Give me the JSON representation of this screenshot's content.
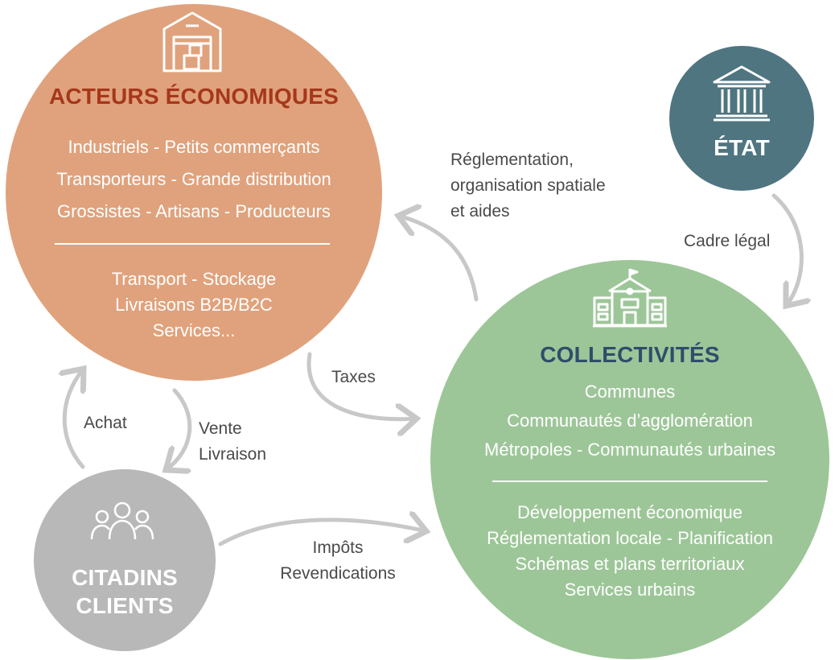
{
  "acteurs": {
    "title": "ACTEURS ÉCONOMIQUES",
    "members": [
      "Industriels - Petits commerçants",
      "Transporteurs - Grande distribution",
      "Grossistes - Artisans - Producteurs"
    ],
    "activities": [
      "Transport - Stockage",
      "Livraisons B2B/B2C",
      "Services..."
    ],
    "icon": "warehouse-icon",
    "color": "#E0A27C",
    "title_color": "#A6371B"
  },
  "etat": {
    "title": "ÉTAT",
    "icon": "government-building-icon",
    "color": "#4F7580"
  },
  "collectivites": {
    "title": "COLLECTIVITÉS",
    "members": [
      "Communes",
      "Communautés d’agglomération",
      "Métropoles - Communautés urbaines"
    ],
    "missions": [
      "Développement économique",
      "Réglementation locale - Planification",
      "Schémas et plans territoriaux",
      "Services urbains"
    ],
    "icon": "town-hall-icon",
    "color": "#9DC698",
    "title_color": "#2E4E6B"
  },
  "citadins": {
    "title_line1": "CITADINS",
    "title_line2": "CLIENTS",
    "icon": "people-group-icon",
    "color": "#B8B8B8"
  },
  "flows": {
    "reglementation": [
      "Réglementation,",
      "organisation spatiale",
      "et aides"
    ],
    "cadre": "Cadre légal",
    "taxes": "Taxes",
    "achat": "Achat",
    "vente": [
      "Vente",
      "Livraison"
    ],
    "impots": [
      "Impôts",
      "Revendications"
    ],
    "arrow_color": "#C8C8C8"
  }
}
